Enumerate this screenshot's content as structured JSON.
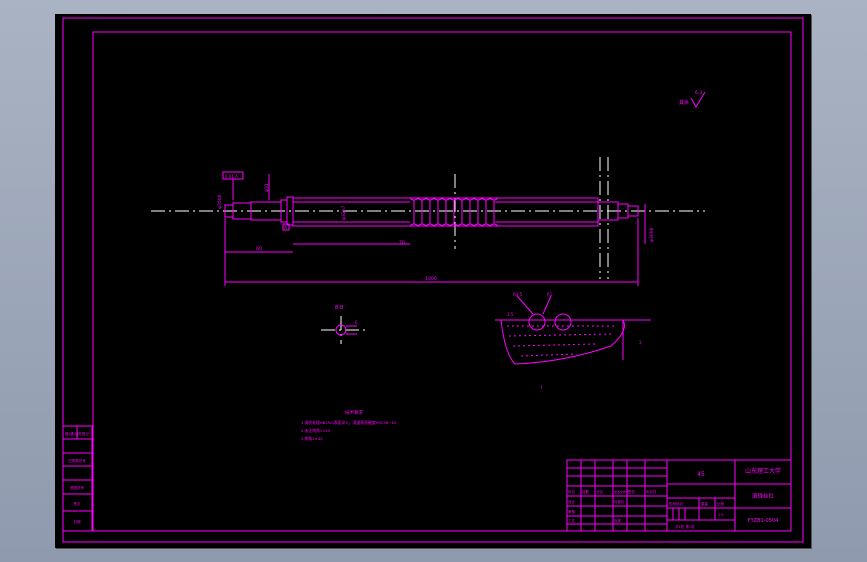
{
  "title_block": {
    "material": "45",
    "school": "山东理工大学",
    "part_name": "滚珠丝杠",
    "drawing_no": "FYZB1-0504",
    "scale_label": "比例",
    "scale_value": "1:5",
    "sheet_info": "共1张 第1张",
    "mark_label": "阶段标记",
    "weight_label": "重量",
    "header_cells": [
      "标记",
      "处数",
      "分区",
      "更改文件号",
      "签名",
      "年月日"
    ],
    "role_labels": [
      "设计",
      "审核",
      "工艺",
      "标准化",
      "批准"
    ]
  },
  "side_labels": [
    "借(通)用件登记",
    "旧底图总号",
    "底图总号",
    "签字",
    "日期"
  ],
  "notes": {
    "heading": "技术要求",
    "items": [
      "1.调质处理HB250,表面淬火，滚道表面硬度HRC58~62",
      "2.未注倒角1×45",
      "3.倒角2×45"
    ]
  },
  "section_label": "B-B",
  "detail_label": "I",
  "roughness_label": "其余",
  "roughness_value": "6.3",
  "datum_label": "A",
  "tolerance_frame": "0.01 A",
  "dims": {
    "overall_length": "1000",
    "left_step": "60",
    "groove_length": "70",
    "diameter_1": "φ31",
    "diameter_2": "φ32h7",
    "diameter_3": "φ35h6",
    "diameter_4": "φ30h6",
    "chamfer": "1.5",
    "section_dim": "6",
    "arc_r": "R3.5",
    "arc_r2": "R1",
    "detail_depth": "3"
  },
  "colors": {
    "frame": "#ff00ff",
    "center_line": "#ffffff",
    "background": "#000000"
  }
}
